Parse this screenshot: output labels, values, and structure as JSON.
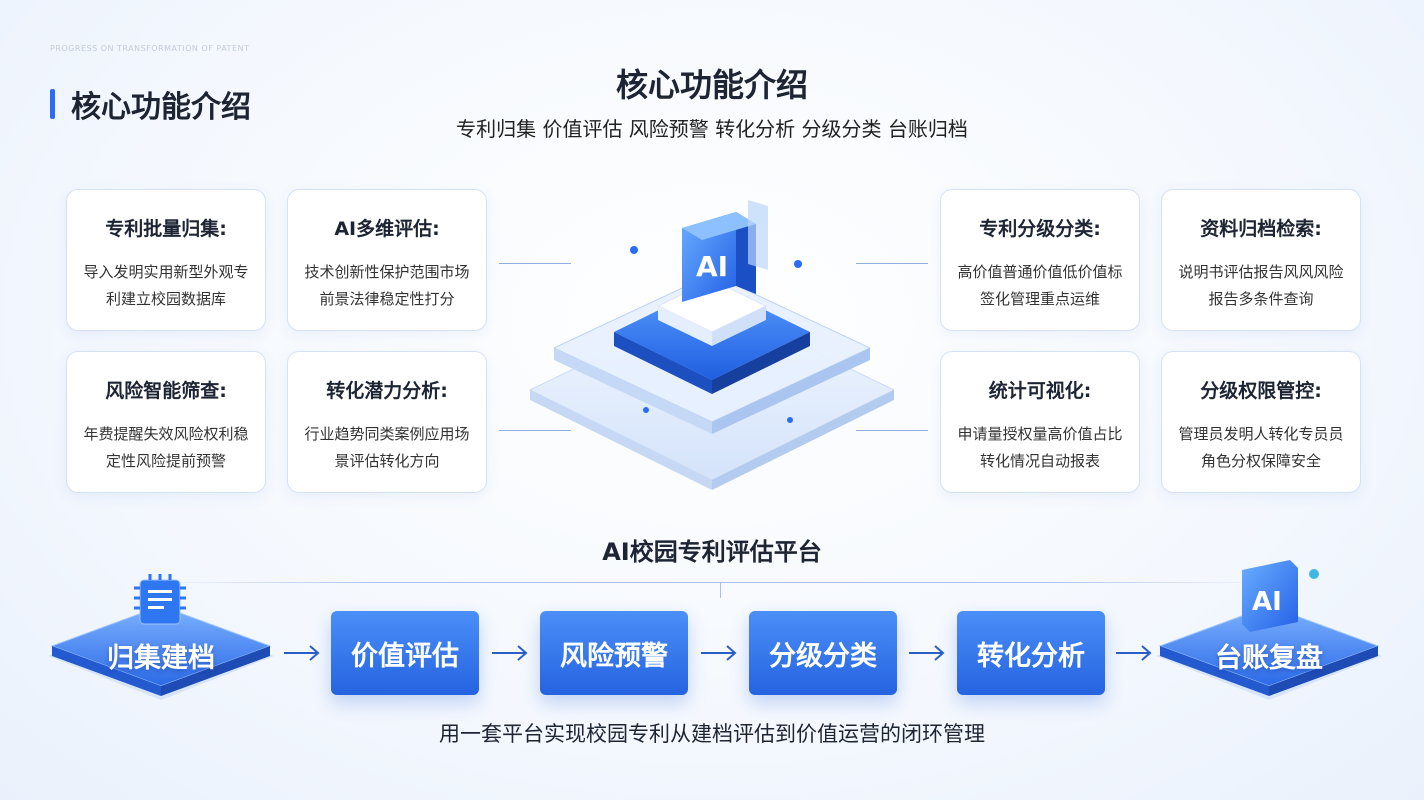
{
  "header": {
    "faint_text": "PROGRESS ON TRANSFORMATION OF PATENT",
    "side_title": "核心功能介绍",
    "main_title": "核心功能介绍",
    "subtitle": "专利归集 价值评估 风险预警 转化分析 分级分类 台账归档"
  },
  "cards": {
    "left": [
      {
        "title": "专利批量归集:",
        "desc": "导入发明实用新型外观专利建立校园数据库"
      },
      {
        "title": "AI多维评估:",
        "desc": "技术创新性保护范围市场前景法律稳定性打分"
      },
      {
        "title": "风险智能筛查:",
        "desc": "年费提醒失效风险权利稳定性风险提前预警"
      },
      {
        "title": "转化潜力分析:",
        "desc": "行业趋势同类案例应用场景评估转化方向"
      }
    ],
    "right": [
      {
        "title": "专利分级分类:",
        "desc": "高价值普通价值低价值标签化管理重点运维"
      },
      {
        "title": "资料归档检索:",
        "desc": "说明书评估报告风风风险报告多条件查询"
      },
      {
        "title": "统计可视化:",
        "desc": "申请量授权量高价值占比转化情况自动报表"
      },
      {
        "title": "分级权限管控:",
        "desc": "管理员发明人转化专员员角色分权保障安全"
      }
    ]
  },
  "center": {
    "ai_label": "AI"
  },
  "flow": {
    "platform_title": "AI校园专利评估平台",
    "start_label": "归集建档",
    "steps": [
      "价值评估",
      "风险预警",
      "分级分类",
      "转化分析"
    ],
    "end_label": "台账复盘",
    "end_ai": "AI",
    "footer": "用一套平台实现校园专利从建档评估到价值运营的闭环管理"
  },
  "colors": {
    "accent": "#2a6df4",
    "step_top": "#4b8ff8",
    "step_bottom": "#2563e0"
  }
}
